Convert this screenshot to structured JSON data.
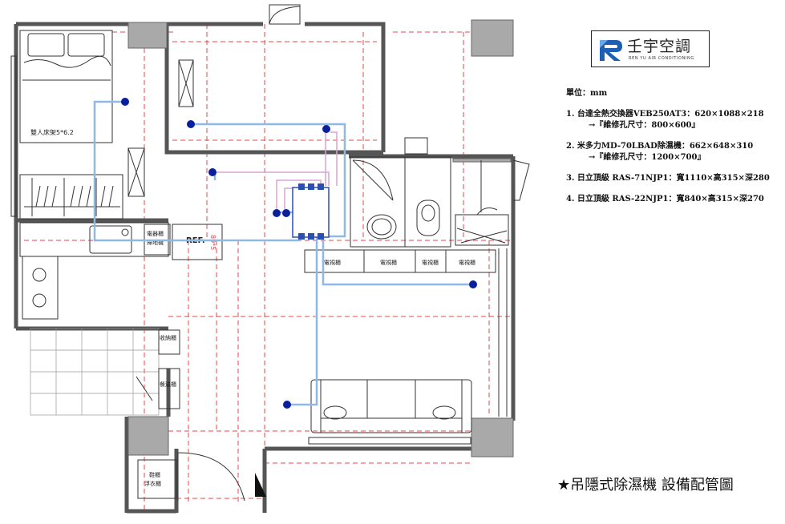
{
  "logo": {
    "title": "壬宇空調",
    "subtitle": "REN YU AIR CONDITIONING",
    "brand_color": "#1e5fb4"
  },
  "legend": {
    "unit": "單位：mm",
    "items": [
      {
        "line1": "1. 台達全熱交換器VEB250AT3：620×1088×218",
        "line2": "→『維修孔尺寸：800×600』"
      },
      {
        "line1": "2. 米多力MD-70LBAD除濕機：662×648×310",
        "line2": "→『維修孔尺寸：1200×700』"
      },
      {
        "line1": "3. 日立頂級 RAS-71NJP1：寬1110×高315×深280",
        "line2": ""
      },
      {
        "line1": "4. 日立頂級 RAS-22NJP1：寬840×高315×深270",
        "line2": ""
      }
    ]
  },
  "plan": {
    "bed_label": "雙人床架5*6.2",
    "fridge_label": "REF.",
    "fridge_mark": "89*5",
    "cabinet_appliance": "電器櫃",
    "cabinet_appliance2": "掃地機",
    "tv_cabinets": [
      "電視櫃",
      "電視櫃",
      "電視櫃",
      "電視櫃"
    ],
    "storage_cabinet": "收納櫃",
    "dining_cabinet": "餐邊櫃",
    "shoe_cabinet": "鞋櫃",
    "shoe_cabinet2": "浮衣櫃",
    "duct_color": "#8fb8e6",
    "drain_color": "#d8a6d6",
    "outlet_color": "#0a1f9c"
  },
  "title": "★吊隱式除濕機 設備配管圖"
}
